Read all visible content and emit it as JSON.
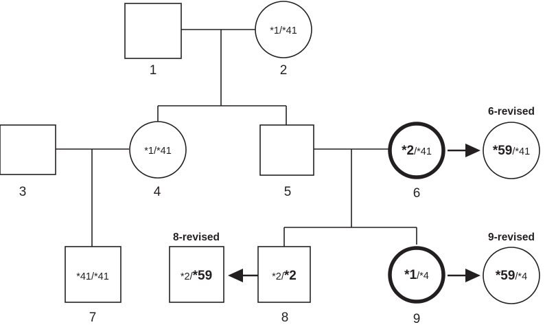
{
  "colors": {
    "ink": "#231f20",
    "background": "#ffffff"
  },
  "individuals": {
    "p1": {
      "number": "1",
      "genotype": []
    },
    "p2": {
      "number": "2",
      "genotype": [
        {
          "t": "*1",
          "b": false
        },
        {
          "t": "/",
          "b": false
        },
        {
          "t": "*41",
          "b": false
        }
      ]
    },
    "p3": {
      "number": "3",
      "genotype": []
    },
    "p4": {
      "number": "4",
      "genotype": [
        {
          "t": "*1",
          "b": false
        },
        {
          "t": "/",
          "b": false
        },
        {
          "t": "*41",
          "b": false
        }
      ]
    },
    "p5": {
      "number": "5",
      "genotype": []
    },
    "p6": {
      "number": "6",
      "genotype": [
        {
          "t": "*2",
          "b": true
        },
        {
          "t": "/",
          "b": false
        },
        {
          "t": "*41",
          "b": false
        }
      ]
    },
    "p7": {
      "number": "7",
      "genotype": [
        {
          "t": "*41",
          "b": false
        },
        {
          "t": "/",
          "b": false
        },
        {
          "t": "*41",
          "b": false
        }
      ]
    },
    "p8": {
      "number": "8",
      "genotype": [
        {
          "t": "*2",
          "b": false
        },
        {
          "t": "/",
          "b": false
        },
        {
          "t": "*2",
          "b": true
        }
      ]
    },
    "p9": {
      "number": "9",
      "genotype": [
        {
          "t": "*1",
          "b": true
        },
        {
          "t": "/",
          "b": false
        },
        {
          "t": "*4",
          "b": false
        }
      ]
    }
  },
  "revised": {
    "r6": {
      "label": "6-revised",
      "genotype": [
        {
          "t": "*59",
          "b": true
        },
        {
          "t": "/",
          "b": false
        },
        {
          "t": "*41",
          "b": false
        }
      ]
    },
    "r8": {
      "label": "8-revised",
      "genotype": [
        {
          "t": "*2",
          "b": false
        },
        {
          "t": "/",
          "b": false
        },
        {
          "t": "*59",
          "b": true
        }
      ]
    },
    "r9": {
      "label": "9-revised",
      "genotype": [
        {
          "t": "*59",
          "b": true
        },
        {
          "t": "/",
          "b": false
        },
        {
          "t": "*4",
          "b": false
        }
      ]
    }
  }
}
